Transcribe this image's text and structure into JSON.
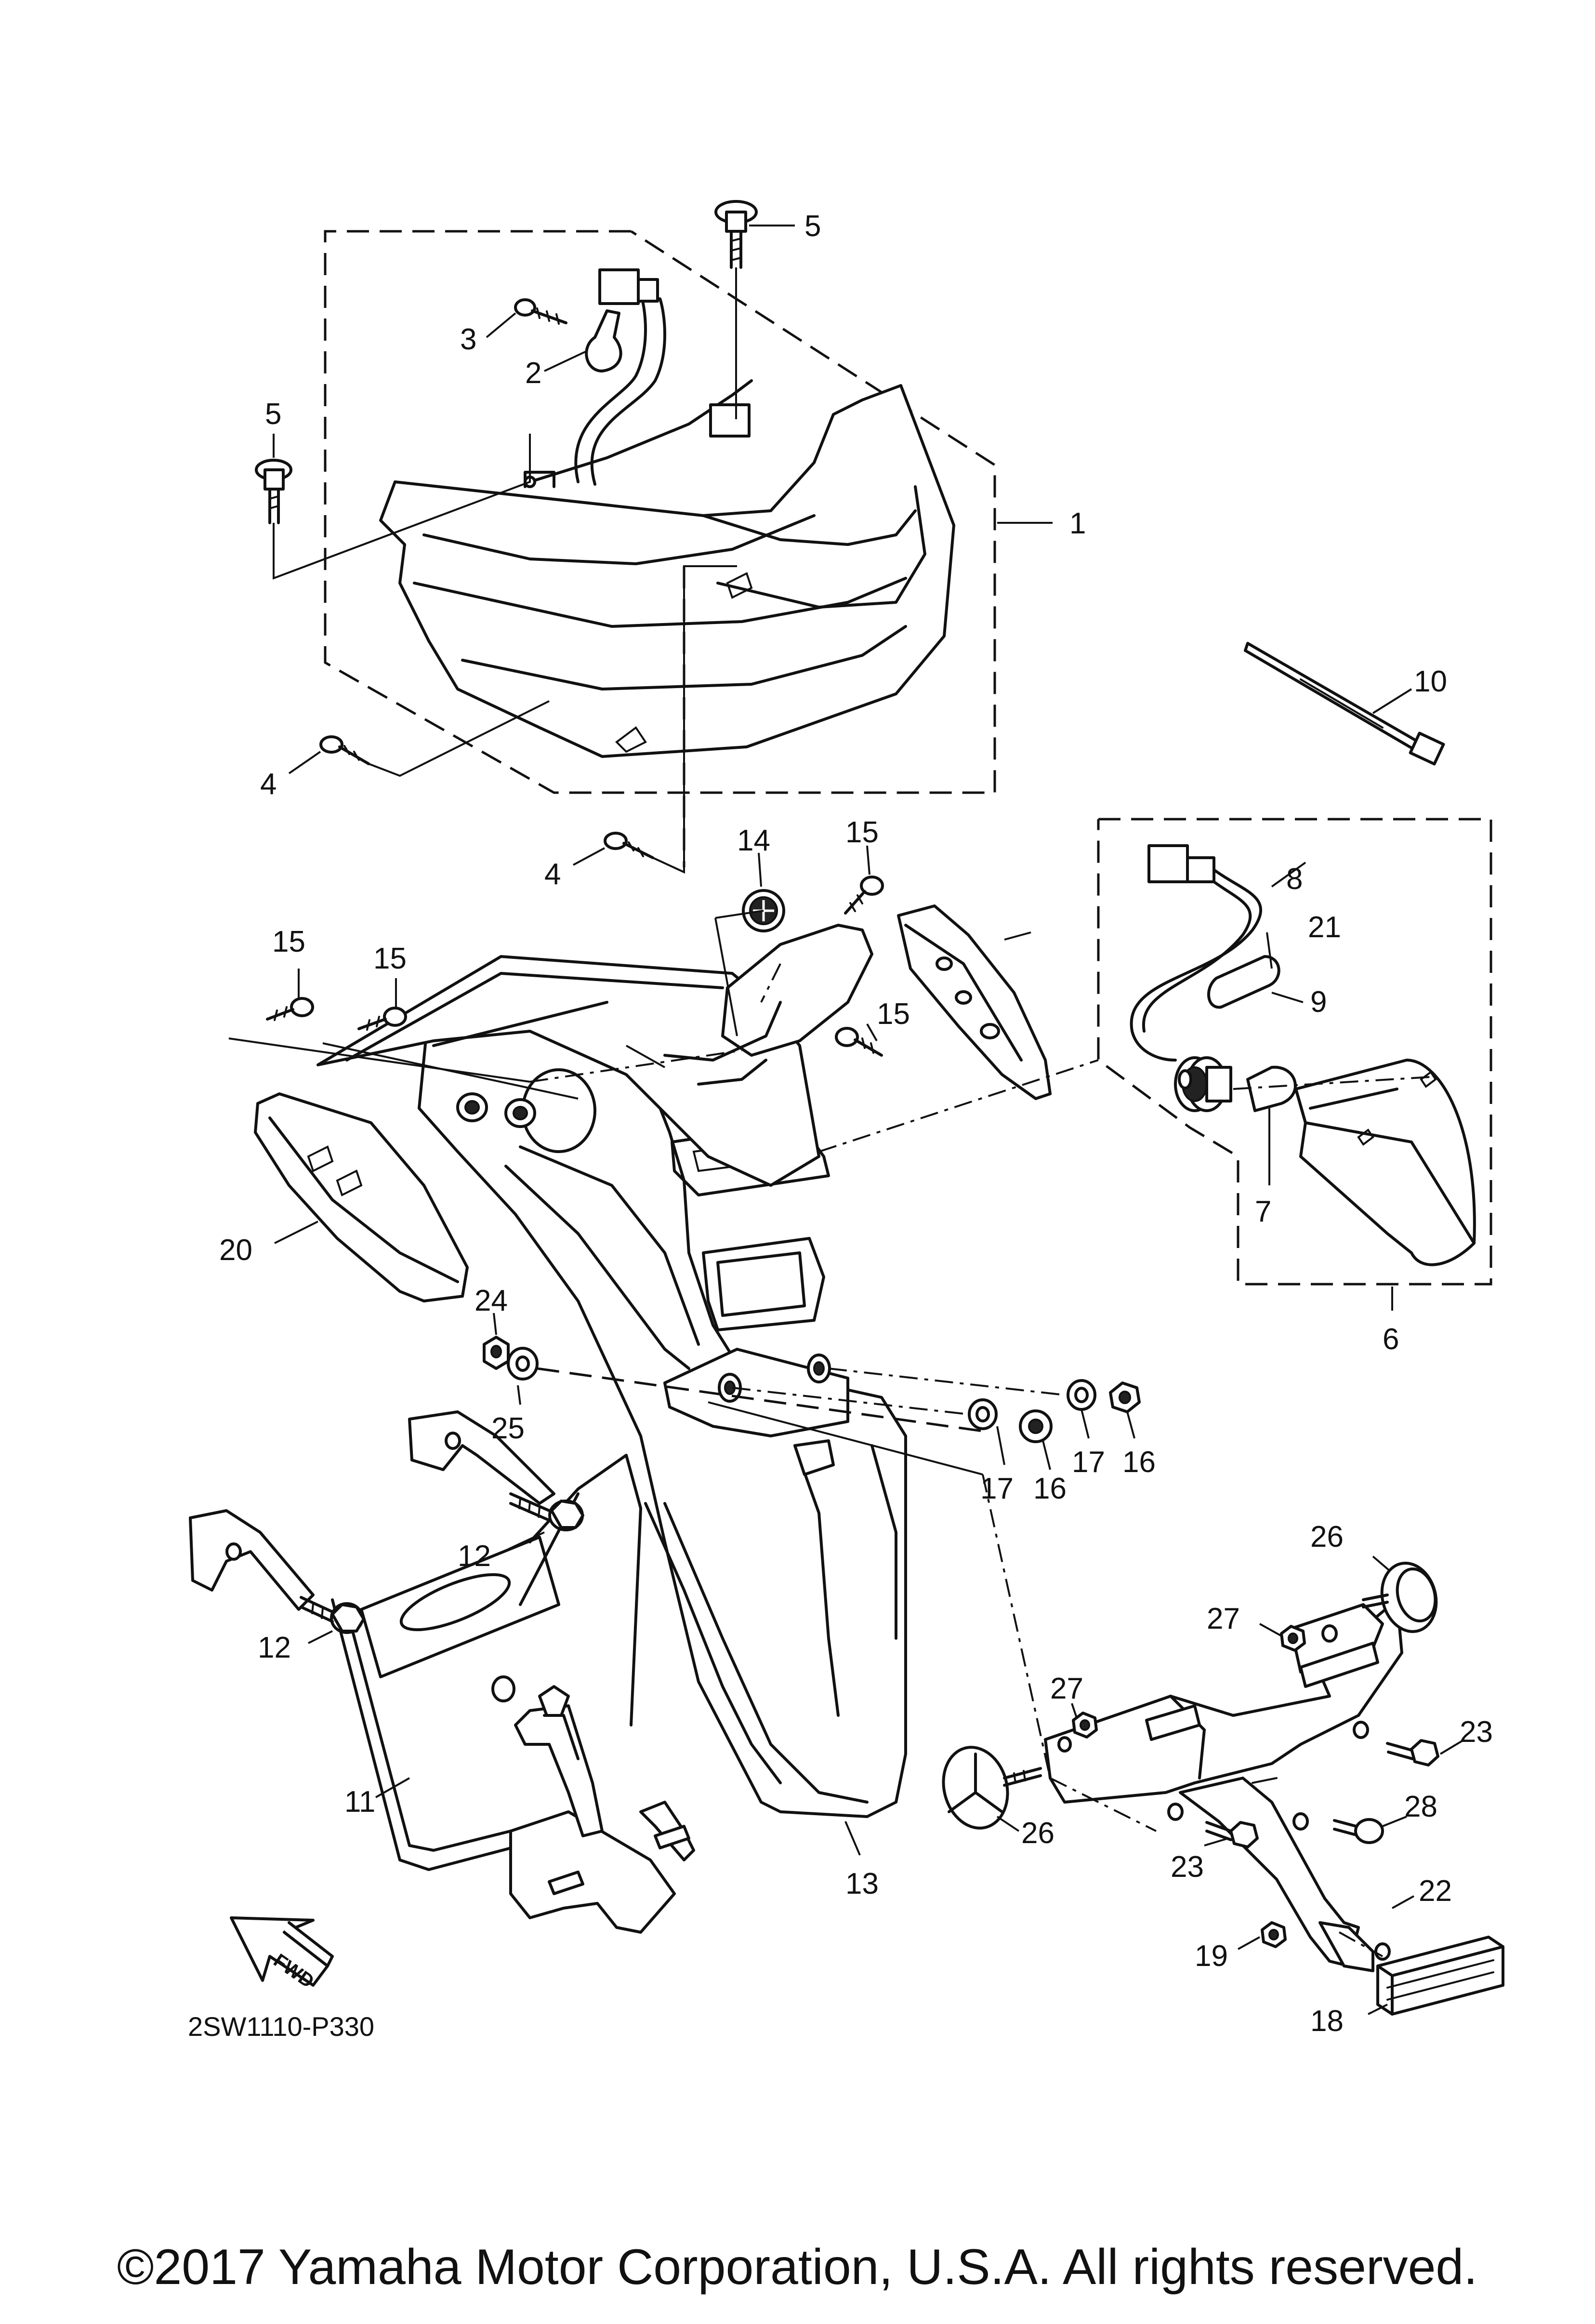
{
  "diagram": {
    "drawing_code": "2SW1110-P330",
    "copyright": "©2017 Yamaha Motor Corporation, U.S.A. All rights reserved.",
    "fwd_label": "FWD",
    "callouts": {
      "c1": "1",
      "c2": "2",
      "c3": "3",
      "c4a": "4",
      "c4b": "4",
      "c5a": "5",
      "c5b": "5",
      "c6": "6",
      "c7": "7",
      "c8": "8",
      "c9": "9",
      "c10": "10",
      "c11": "11",
      "c12a": "12",
      "c12b": "12",
      "c13": "13",
      "c14": "14",
      "c15a": "15",
      "c15b": "15",
      "c15c": "15",
      "c15d": "15",
      "c16a": "16",
      "c16b": "16",
      "c17a": "17",
      "c17b": "17",
      "c18": "18",
      "c19": "19",
      "c20": "20",
      "c21": "21",
      "c22": "22",
      "c23a": "23",
      "c23b": "23",
      "c24": "24",
      "c25": "25",
      "c26a": "26",
      "c26b": "26",
      "c27a": "27",
      "c27b": "27",
      "c28": "28"
    }
  }
}
